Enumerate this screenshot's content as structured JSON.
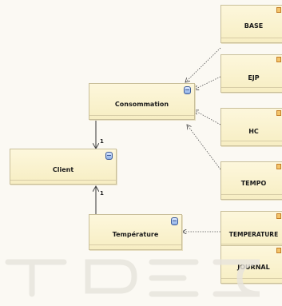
{
  "diagram": {
    "classes": {
      "consommation": "Consommation",
      "client": "Client",
      "temperature": "Température"
    },
    "sources": [
      "BASE",
      "EJP",
      "HC",
      "TEMPO",
      "TEMPERATURE",
      "JOURNAL"
    ],
    "multiplicities": {
      "client_consommation": "1",
      "client_temperature": "1"
    }
  },
  "colors": {
    "background": "#fbf9f3",
    "box_fill": "#fdf7dc",
    "box_border": "#c9bf9a",
    "entity_icon": "#8fb1e6",
    "source_icon": "#f3c46b",
    "arrow": "#444444"
  },
  "icons": {
    "entity": "entity-icon",
    "source": "table-icon"
  }
}
